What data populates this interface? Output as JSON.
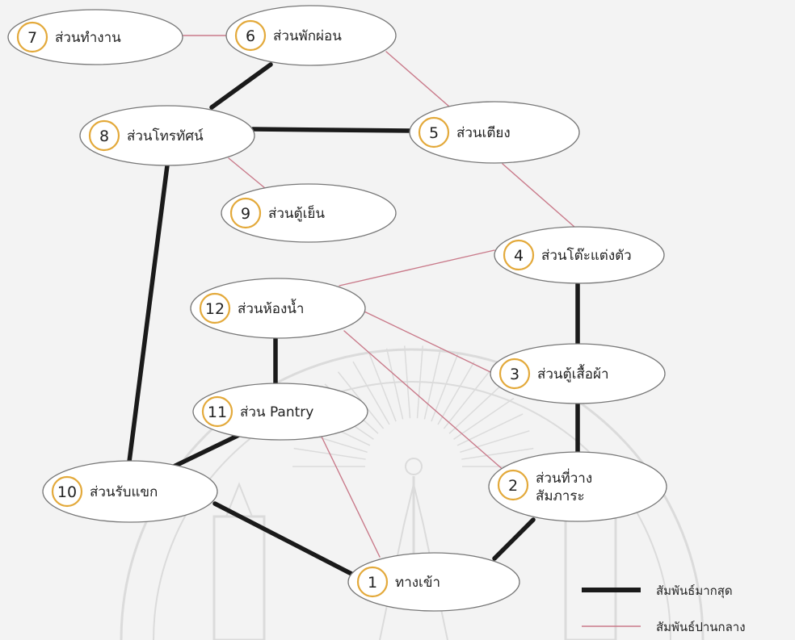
{
  "colors": {
    "strong_edge": "#1a1a1a",
    "medium_edge": "#c97a8a",
    "node_fill": "#ffffff",
    "node_stroke": "#777777",
    "badge_stroke": "#e3a93a",
    "watermark": "#c8c8c8"
  },
  "nodes": [
    {
      "id": "7",
      "num": "7",
      "lines": [
        "ส่วนทำงาน"
      ]
    },
    {
      "id": "6",
      "num": "6",
      "lines": [
        "ส่วนพักผ่อน"
      ]
    },
    {
      "id": "8",
      "num": "8",
      "lines": [
        "ส่วนโทรทัศน์"
      ]
    },
    {
      "id": "5",
      "num": "5",
      "lines": [
        "ส่วนเตียง"
      ]
    },
    {
      "id": "9",
      "num": "9",
      "lines": [
        "ส่วนตู้เย็น"
      ]
    },
    {
      "id": "4",
      "num": "4",
      "lines": [
        "ส่วนโต๊ะแต่งตัว"
      ]
    },
    {
      "id": "12",
      "num": "12",
      "lines": [
        "ส่วนห้องน้ำ"
      ]
    },
    {
      "id": "3",
      "num": "3",
      "lines": [
        "ส่วนตู้เสื้อผ้า"
      ]
    },
    {
      "id": "11",
      "num": "11",
      "lines": [
        "ส่วน Pantry"
      ]
    },
    {
      "id": "10",
      "num": "10",
      "lines": [
        "ส่วนรับแขก"
      ]
    },
    {
      "id": "2",
      "num": "2",
      "lines": [
        "ส่วนที่วาง",
        "สัมภาระ"
      ]
    },
    {
      "id": "1",
      "num": "1",
      "lines": [
        "ทางเข้า"
      ]
    }
  ],
  "edges": [
    {
      "from": "7",
      "to": "6",
      "type": "medium"
    },
    {
      "from": "6",
      "to": "8",
      "type": "strong"
    },
    {
      "from": "6",
      "to": "5",
      "type": "medium"
    },
    {
      "from": "8",
      "to": "5",
      "type": "strong"
    },
    {
      "from": "8",
      "to": "9",
      "type": "medium"
    },
    {
      "from": "8",
      "to": "10",
      "type": "strong"
    },
    {
      "from": "5",
      "to": "4",
      "type": "medium"
    },
    {
      "from": "4",
      "to": "12",
      "type": "medium"
    },
    {
      "from": "4",
      "to": "3",
      "type": "strong"
    },
    {
      "from": "12",
      "to": "3",
      "type": "medium"
    },
    {
      "from": "12",
      "to": "11",
      "type": "strong"
    },
    {
      "from": "12",
      "to": "2",
      "type": "medium"
    },
    {
      "from": "3",
      "to": "2",
      "type": "strong"
    },
    {
      "from": "11",
      "to": "10",
      "type": "strong"
    },
    {
      "from": "11",
      "to": "1",
      "type": "medium"
    },
    {
      "from": "10",
      "to": "1",
      "type": "strong"
    },
    {
      "from": "2",
      "to": "1",
      "type": "strong"
    }
  ],
  "legend": {
    "strong_label": "สัมพันธ์มากสุด",
    "medium_label": "สัมพันธ์ปานกลาง"
  }
}
